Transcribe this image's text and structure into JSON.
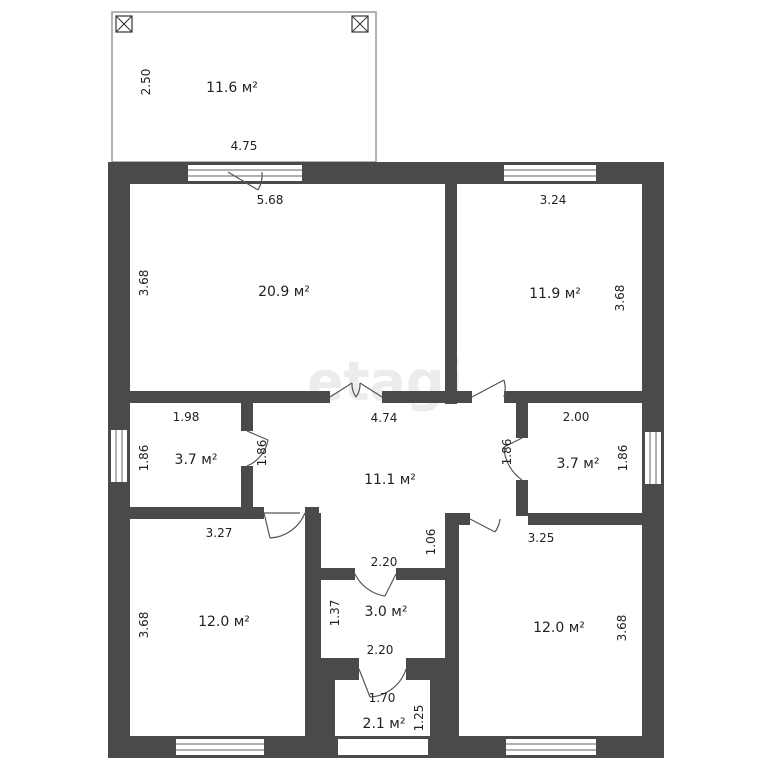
{
  "balcony": {
    "area": "11.6 м²",
    "width": "4.75",
    "depth": "2.50"
  },
  "living_room": {
    "area": "20.9 м²",
    "width": "5.68",
    "height": "3.68"
  },
  "bedroom_ne": {
    "area": "11.9 м²",
    "width": "3.24",
    "height": "3.68"
  },
  "room_w_small": {
    "area": "3.7 м²",
    "width": "1.98",
    "height": "1.86",
    "door": "1.86"
  },
  "hall": {
    "area": "11.1 м²",
    "width": "4.74",
    "depth": "1.06"
  },
  "room_e_small": {
    "area": "3.7 м²",
    "width": "2.00",
    "height": "1.86",
    "door": "1.86"
  },
  "bedroom_sw": {
    "area": "12.0 м²",
    "width": "3.27",
    "height": "3.68"
  },
  "bathroom": {
    "area": "3.0 м²",
    "width_top": "2.20",
    "width_bottom": "2.20",
    "height": "1.37"
  },
  "bedroom_se": {
    "area": "12.0 м²",
    "width": "3.25",
    "height": "3.68"
  },
  "vestibule": {
    "area": "2.1 м²",
    "width": "1.70",
    "height": "1.25"
  },
  "watermark": "etagi",
  "colors": {
    "wall": "#4a4a4a",
    "window": "#ffffff",
    "balcony_line": "#9a9a9a",
    "door_line": "#555555"
  },
  "icons": [
    "balcony-post-icon",
    "door-swing-icon",
    "window-icon"
  ]
}
